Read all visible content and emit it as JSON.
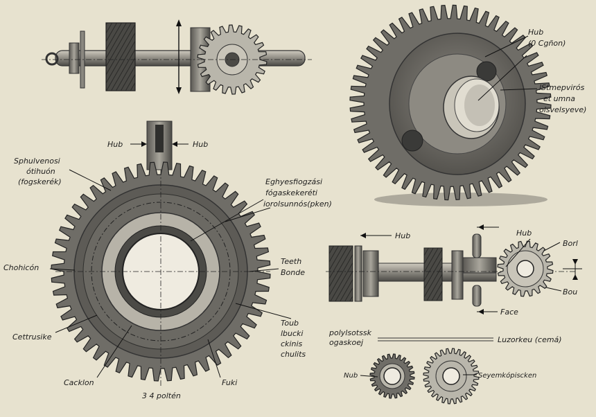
{
  "colors": {
    "background": "#e7e2cf",
    "metal_dark": "#3a3a38",
    "metal_mid": "#6f6d67",
    "metal_light": "#b9b6ab",
    "ink": "#1c1c1c"
  },
  "labels": {
    "top_right_hub_line1": "Hub",
    "top_right_hub_line2": "(0 Cgñon)",
    "top_right_side_line1": "lStmepvirós",
    "top_right_side_line2": "et umna",
    "top_right_side_line3": "olsvelsyeve)",
    "shaft_hub_left": "Hub",
    "shaft_hub_right": "Hub",
    "left_top_line1": "Sphulvenosi",
    "left_top_line2": "ótihuón",
    "left_top_line3": "(fogskerék)",
    "right_top_line1": "Eghyesfiogzási",
    "right_top_line2": "fógaskekeréti",
    "right_top_line3": "iorolsunnós(pken)",
    "left_mid": "Chohicón",
    "teeth": "Teeth",
    "bonde": "Bonde",
    "left_low": "Cettrusike",
    "right_low_line1": "Toub",
    "right_low_line2": "lbucki",
    "right_low_line3": "ckinis",
    "right_low_line4": "chulits",
    "bottom_left": "Cacklon",
    "bottom_center": "3 4 poltén",
    "bottom_right": "Fuki",
    "assembly_hub_left": "Hub",
    "assembly_hub_right": "Hub",
    "assembly_borl": "Borl",
    "assembly_bou": "Bou",
    "assembly_face": "Face",
    "section_left_line1": "polylsotssk",
    "section_left_line2": "ogaskoej",
    "section_right": "Luzorkeu (cemá)",
    "small_left": "Nub",
    "small_right": "Seyemkópiscken"
  }
}
